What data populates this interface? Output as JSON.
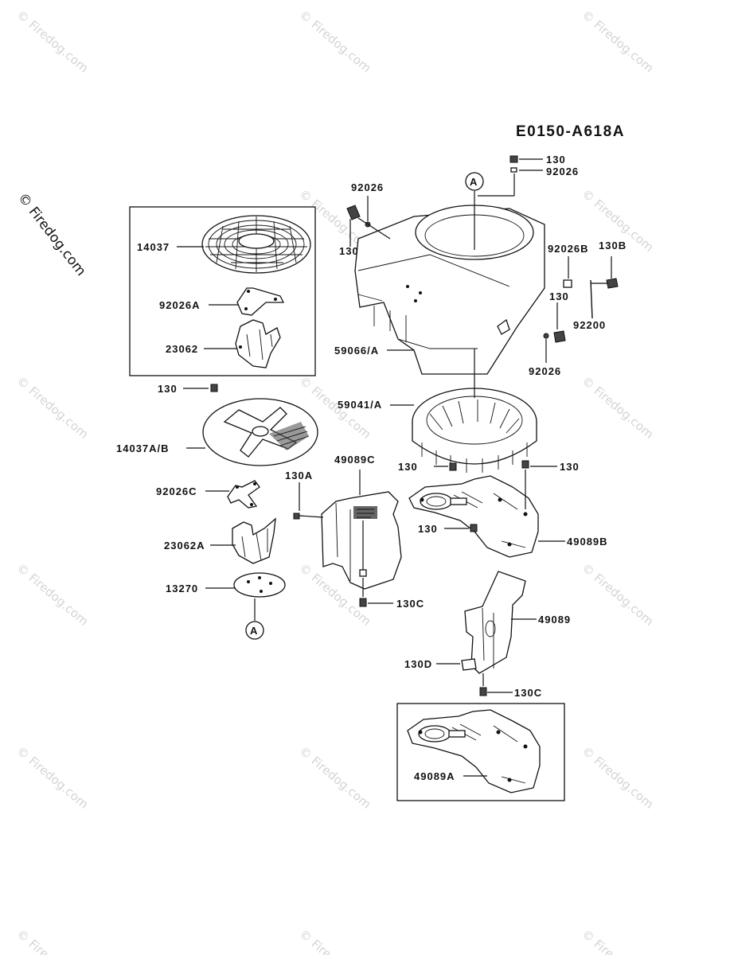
{
  "diagram": {
    "code": "E0150-A618A",
    "credit": "© Firedog.com",
    "watermark": "© Firedog.com",
    "ref_marker": "A",
    "labels": {
      "p130_top": "130",
      "p92026_top": "92026",
      "p92026_left": "92026",
      "p130_left": "130",
      "p92026B": "92026B",
      "p130B": "130B",
      "p130_right": "130",
      "p92200": "92200",
      "p92026_right": "92026",
      "p59066A": "59066/A",
      "p59041A": "59041/A",
      "p14037": "14037",
      "p92026A": "92026A",
      "p23062": "23062",
      "p130_mid": "130",
      "p14037AB": "14037A/B",
      "p92026C": "92026C",
      "p23062A": "23062A",
      "p13270": "13270",
      "p130A": "130A",
      "p49089C": "49089C",
      "p130C_mid": "130C",
      "p130_shroud_l": "130",
      "p130_shroud_r": "130",
      "p130_shroud_b": "130",
      "p49089B": "49089B",
      "p49089": "49089",
      "p130D": "130D",
      "p130C_low": "130C",
      "p49089A": "49089A"
    }
  }
}
